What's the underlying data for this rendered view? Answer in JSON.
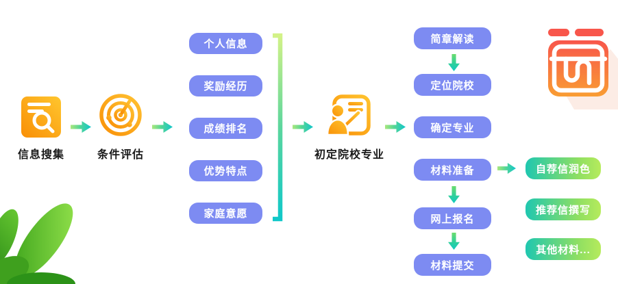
{
  "diagram": {
    "stages": {
      "collect_label": "信息搜集",
      "evaluate_label": "条件评估",
      "preselect_label": "初定院校专业"
    },
    "factors": {
      "items": [
        "个人信息",
        "奖励经历",
        "成绩排名",
        "优势特点",
        "家庭意愿"
      ]
    },
    "steps": {
      "items": [
        "简章解读",
        "定位院校",
        "确定专业",
        "材料准备",
        "网上报名",
        "材料提交"
      ]
    },
    "materials": {
      "items": [
        "自荐信润色",
        "推荐信撰写",
        "其他材料..."
      ]
    },
    "icons": {
      "collect": "document-search-icon",
      "evaluate": "radar-icon",
      "preselect": "person-document-icon",
      "logo": "brand-logo-icon",
      "plant": "leaf-decoration"
    },
    "colors": {
      "factor_pill": "#7d8bf2",
      "step_pill": "#7d8bf2",
      "material_gradient_start": "#1fc7b0",
      "material_gradient_end": "#b6eb5c",
      "arrow_gradient_start": "#a9e77e",
      "arrow_gradient_end": "#10c5cb",
      "icon_orange_start": "#ffc62e",
      "icon_orange_end": "#f98f06",
      "logo_red": "#f8564b",
      "logo_orange": "#f99d33",
      "label_text": "#1a1a1a",
      "pill_text": "#ffffff"
    }
  }
}
